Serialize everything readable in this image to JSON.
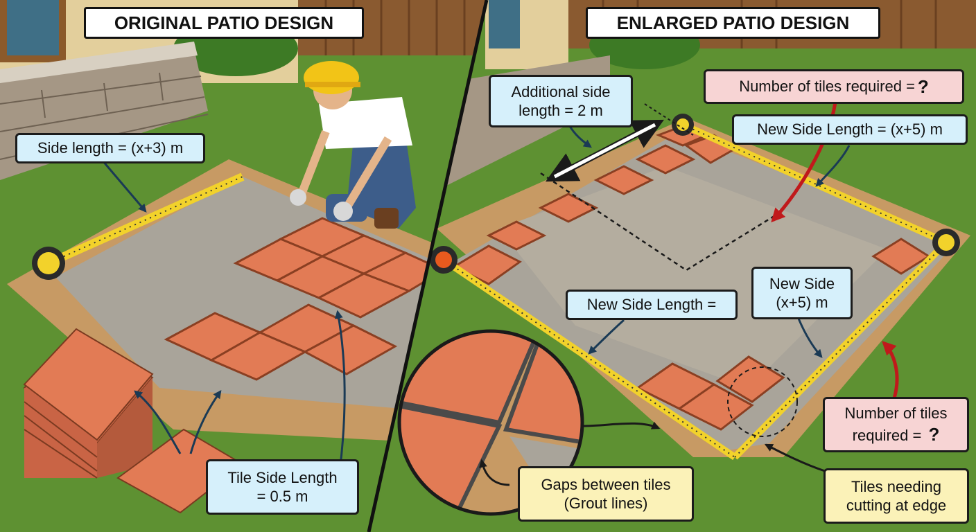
{
  "left_panel": {
    "title": "ORIGINAL PATIO DESIGN",
    "side_length_label": "Side length = (x+3) m",
    "tile_side_line1": "Tile Side Length",
    "tile_side_line2": "= 0.5 m"
  },
  "right_panel": {
    "title": "ENLARGED PATIO DESIGN",
    "additional_side_line1": "Additional side",
    "additional_side_line2": "length = 2 m",
    "tiles_required_top_text": "Number of tiles required =",
    "tiles_required_top_symbol": "?",
    "new_side_length_top": "New Side Length = (x+5) m",
    "new_side_length_mid": "New Side Length =",
    "new_side_line1": "New Side",
    "new_side_line2": "(x+5) m",
    "tiles_required_right_line1": "Number of tiles",
    "tiles_required_right_line2": "required =",
    "tiles_required_right_symbol": "?",
    "gaps_line1": "Gaps between tiles",
    "gaps_line2": "(Grout lines)",
    "cutting_line1": "Tiles needing",
    "cutting_line2": "cutting at edge"
  },
  "colors": {
    "grass": "#5a8a2e",
    "tile": "#e27b55",
    "gravel": "#a9a49a",
    "soil": "#c79a64",
    "tape": "#f2d22b",
    "callout_blue": "#d6f0fb",
    "callout_red": "#f7d4d4",
    "callout_yellow": "#fbf2b8",
    "arrow_red": "#c0191b"
  }
}
